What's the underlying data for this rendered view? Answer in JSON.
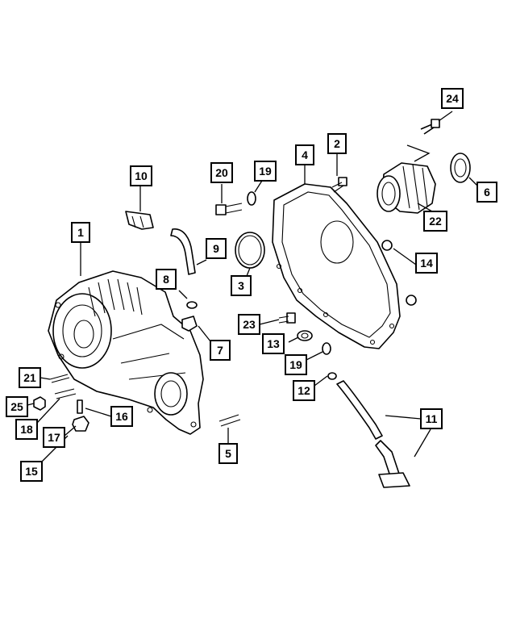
{
  "diagram": {
    "callouts": [
      {
        "id": "c1",
        "label": "1"
      },
      {
        "id": "c2",
        "label": "2"
      },
      {
        "id": "c3",
        "label": "3"
      },
      {
        "id": "c4",
        "label": "4"
      },
      {
        "id": "c5",
        "label": "5"
      },
      {
        "id": "c6",
        "label": "6"
      },
      {
        "id": "c7",
        "label": "7"
      },
      {
        "id": "c8",
        "label": "8"
      },
      {
        "id": "c9",
        "label": "9"
      },
      {
        "id": "c10",
        "label": "10"
      },
      {
        "id": "c11",
        "label": "11"
      },
      {
        "id": "c12",
        "label": "12"
      },
      {
        "id": "c13",
        "label": "13"
      },
      {
        "id": "c14",
        "label": "14"
      },
      {
        "id": "c15",
        "label": "15"
      },
      {
        "id": "c16",
        "label": "16"
      },
      {
        "id": "c17",
        "label": "17"
      },
      {
        "id": "c18",
        "label": "18"
      },
      {
        "id": "c19a",
        "label": "19"
      },
      {
        "id": "c19b",
        "label": "19"
      },
      {
        "id": "c20",
        "label": "20"
      },
      {
        "id": "c21",
        "label": "21"
      },
      {
        "id": "c22",
        "label": "22"
      },
      {
        "id": "c23",
        "label": "23"
      },
      {
        "id": "c24",
        "label": "24"
      },
      {
        "id": "c25",
        "label": "25"
      }
    ]
  }
}
